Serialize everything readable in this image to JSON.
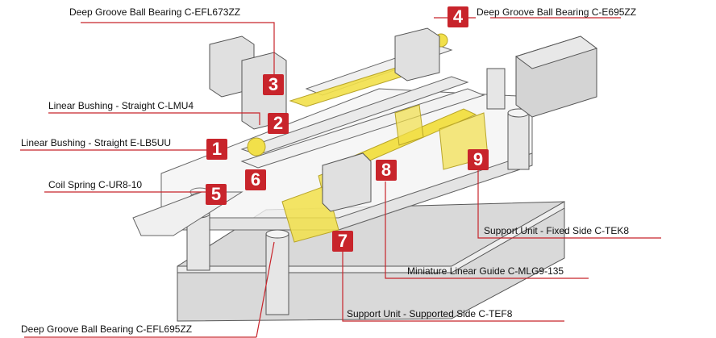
{
  "callouts": [
    {
      "text": "Deep Groove Ball Bearing  C-EFL673ZZ"
    },
    {
      "text": "Deep Groove Ball Bearing  C-E695ZZ"
    },
    {
      "text": "Linear Bushing - Straight  C-LMU4"
    },
    {
      "text": "Linear Bushing - Straight  E-LB5UU"
    },
    {
      "text": "Coil Spring C-UR8-10"
    },
    {
      "text": "Support Unit - Fixed Side  C-TEK8"
    },
    {
      "text": "Miniature Linear Guide C-MLG9-135"
    },
    {
      "text": "Support Unit - Supported Side  C-TEF8"
    },
    {
      "text": "Deep Groove Ball Bearing  C-EFL695ZZ"
    }
  ],
  "badges": [
    "1",
    "2",
    "3",
    "4",
    "5",
    "6",
    "7",
    "8",
    "9"
  ],
  "colors": {
    "badge": "#c8242b",
    "highlight": "#f2e04a",
    "line": "#c8242b",
    "plate": "#dcdcdc",
    "outline": "#555555"
  }
}
